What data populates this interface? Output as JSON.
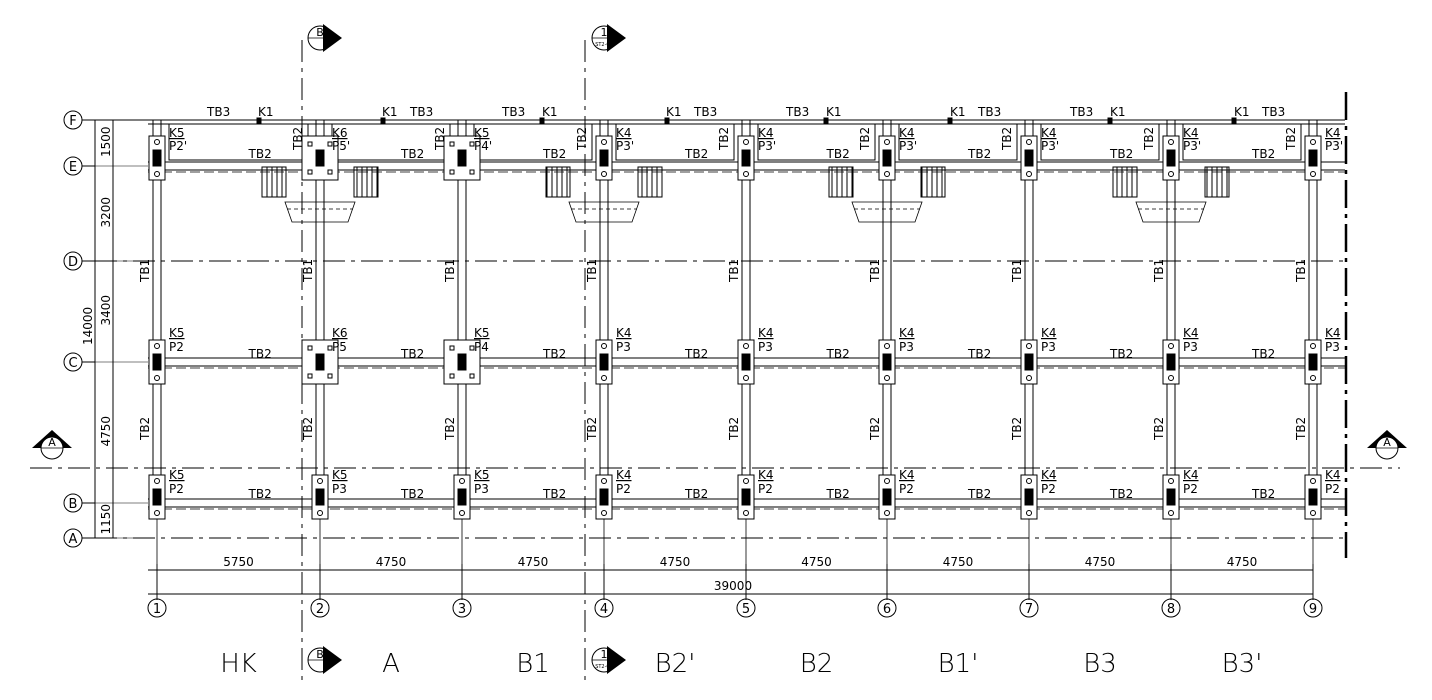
{
  "grid": {
    "rows": [
      "F",
      "E",
      "D",
      "C",
      "B",
      "A"
    ],
    "cols": [
      "1",
      "2",
      "3",
      "4",
      "5",
      "6",
      "7",
      "8",
      "9"
    ]
  },
  "dimensions": {
    "bays": [
      "5750",
      "4750",
      "4750",
      "4750",
      "4750",
      "4750",
      "4750",
      "4750"
    ],
    "total": "39000",
    "left": [
      "1500",
      "3200",
      "3400",
      "4750",
      "1150"
    ],
    "left_total": "14000"
  },
  "zones": [
    "HK",
    "A",
    "B1",
    "B2'",
    "B2",
    "B1'",
    "B3",
    "B3'"
  ],
  "columns": {
    "e_k": [
      "K5",
      "K6",
      "K5",
      "K4",
      "K4",
      "K4",
      "K4",
      "K4",
      "K4"
    ],
    "e_p": [
      "P2'",
      "P5'",
      "P4'",
      "P3'",
      "P3'",
      "P3'",
      "P3'",
      "P3'",
      "P3'"
    ],
    "c_k": [
      "K5",
      "K6",
      "K5",
      "K4",
      "K4",
      "K4",
      "K4",
      "K4",
      "K4"
    ],
    "c_p": [
      "P2",
      "P5",
      "P4",
      "P3",
      "P3",
      "P3",
      "P3",
      "P3",
      "P3"
    ],
    "b_k": [
      "K5",
      "K5",
      "K5",
      "K4",
      "K4",
      "K4",
      "K4",
      "K4",
      "K4"
    ],
    "b_p": [
      "P2",
      "P3",
      "P3",
      "P2",
      "P2",
      "P2",
      "P2",
      "P2",
      "P2"
    ]
  },
  "beams": {
    "tb1": "TB1",
    "tb2": "TB2",
    "tb3": "TB3",
    "k1": "K1"
  },
  "sections": {
    "b": "B",
    "one": "1",
    "a": "A",
    "sheet": "ST2-02"
  }
}
